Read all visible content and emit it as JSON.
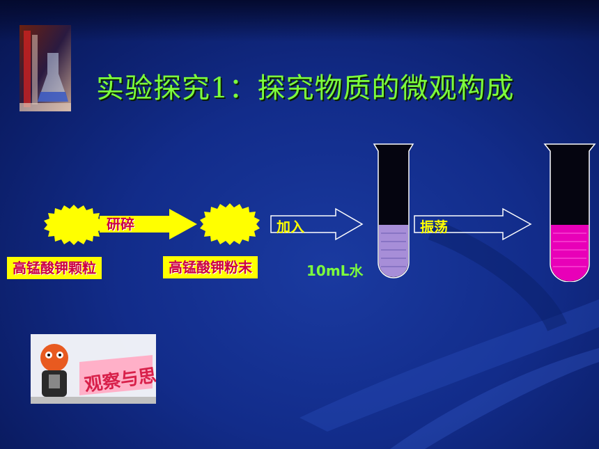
{
  "title": "实验探究1：探究物质的微观构成",
  "step_crush": "研碎",
  "step_add": "加入",
  "step_shake": "振荡",
  "label_granules": "高锰酸钾颗粒",
  "label_powder": "高锰酸钾粉末",
  "water_label": "10mL水",
  "cartoon_caption": "观察与思考",
  "colors": {
    "title": "#7dff3c",
    "label_bg": "#ffff00",
    "label_text": "#cc0044",
    "solution_light": "#a78ed8",
    "solution_dark": "#e800b8"
  }
}
